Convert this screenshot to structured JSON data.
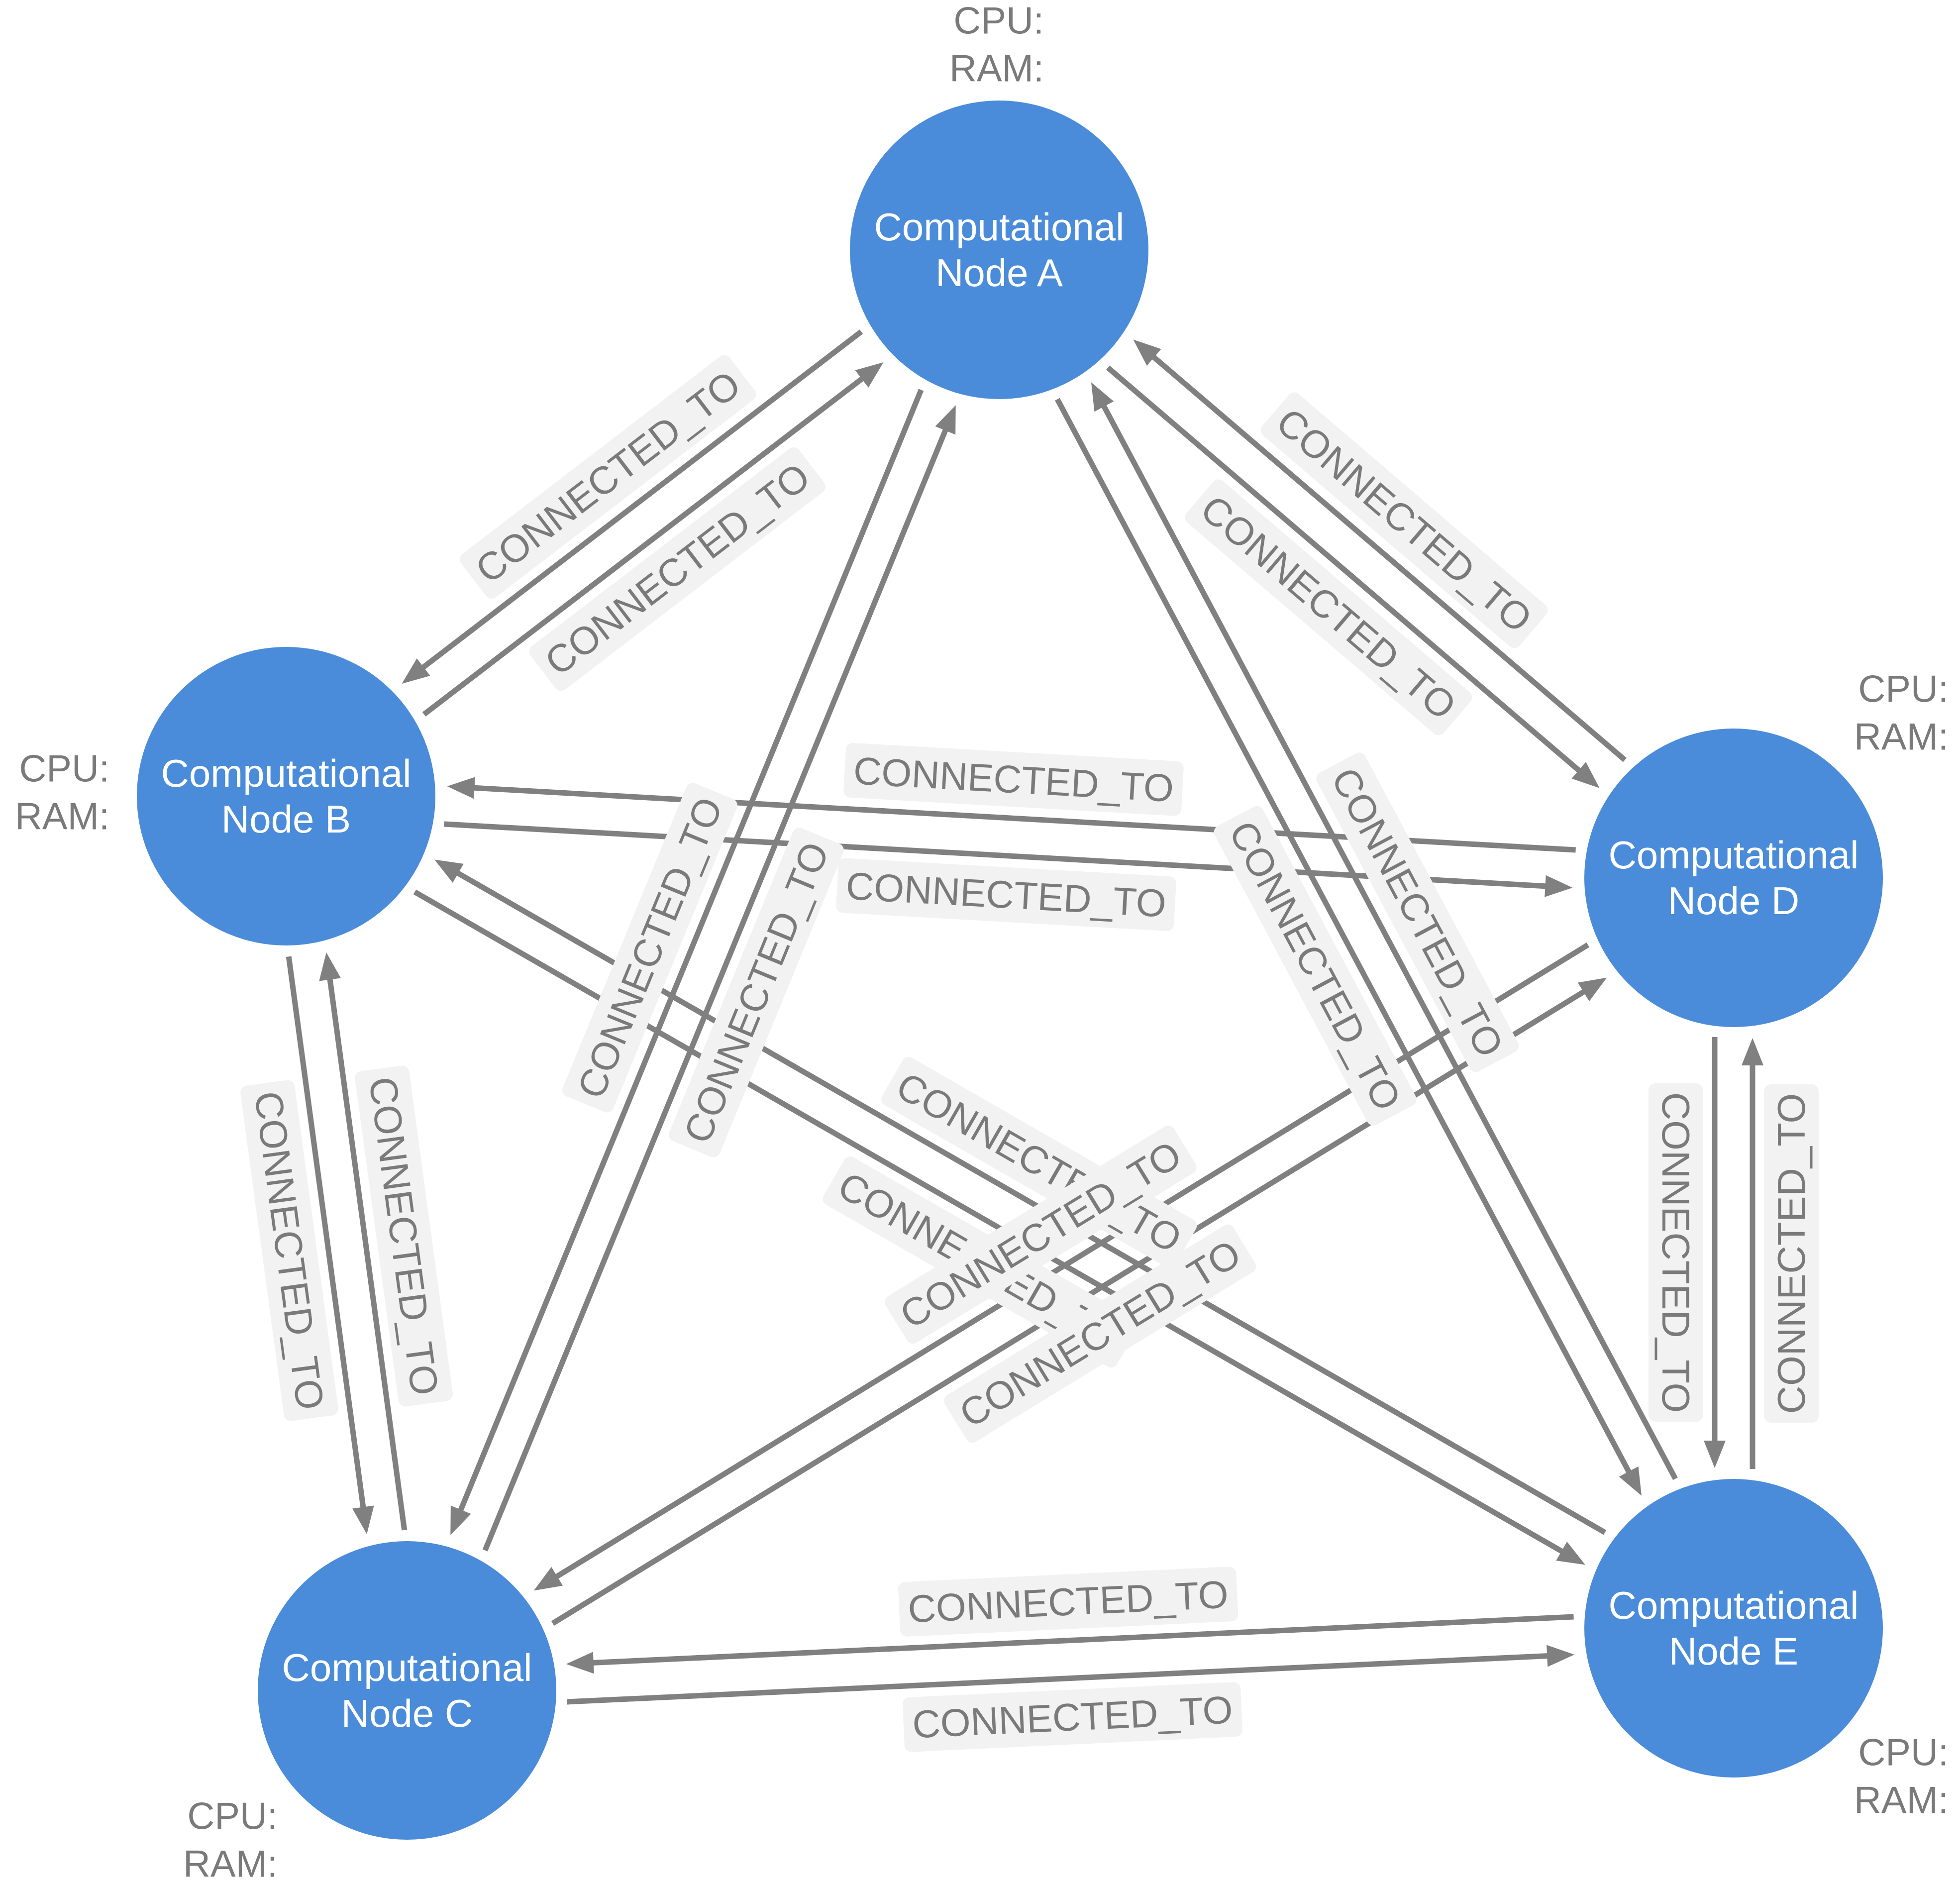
{
  "colors": {
    "node_fill": "#4a8cd9",
    "edge": "#808080",
    "label_bg": "#f2f2f2",
    "label_text": "#7a7a7a",
    "meta_text": "#7a7a7a"
  },
  "nodes": [
    {
      "id": "A",
      "label_line1": "Computational",
      "label_line2": "Node A",
      "cpu_label": "CPU:",
      "ram_label": "RAM:"
    },
    {
      "id": "B",
      "label_line1": "Computational",
      "label_line2": "Node B",
      "cpu_label": "CPU:",
      "ram_label": "RAM:"
    },
    {
      "id": "C",
      "label_line1": "Computational",
      "label_line2": "Node C",
      "cpu_label": "CPU:",
      "ram_label": "RAM:"
    },
    {
      "id": "D",
      "label_line1": "Computational",
      "label_line2": "Node D",
      "cpu_label": "CPU:",
      "ram_label": "RAM:"
    },
    {
      "id": "E",
      "label_line1": "Computational",
      "label_line2": "Node E",
      "cpu_label": "CPU:",
      "ram_label": "RAM:"
    }
  ],
  "edges": [
    {
      "from": "B",
      "to": "A",
      "label": "CONNECTED_TO"
    },
    {
      "from": "A",
      "to": "B",
      "label": "CONNECTED_TO"
    },
    {
      "from": "A",
      "to": "D",
      "label": "CONNECTED_TO"
    },
    {
      "from": "D",
      "to": "A",
      "label": "CONNECTED_TO"
    },
    {
      "from": "C",
      "to": "A",
      "label": "CONNECTED_TO"
    },
    {
      "from": "A",
      "to": "C",
      "label": "CONNECTED_TO"
    },
    {
      "from": "A",
      "to": "E",
      "label": "CONNECTED_TO"
    },
    {
      "from": "E",
      "to": "A",
      "label": "CONNECTED_TO"
    },
    {
      "from": "B",
      "to": "D",
      "label": "CONNECTED_TO"
    },
    {
      "from": "D",
      "to": "B",
      "label": "CONNECTED_TO"
    },
    {
      "from": "B",
      "to": "C",
      "label": "CONNECTED_TO"
    },
    {
      "from": "C",
      "to": "B",
      "label": "CONNECTED_TO"
    },
    {
      "from": "B",
      "to": "E",
      "label": "CONNECTED_TO"
    },
    {
      "from": "E",
      "to": "B",
      "label": "CONNECTED_TO"
    },
    {
      "from": "C",
      "to": "D",
      "label": "CONNECTED_TO"
    },
    {
      "from": "D",
      "to": "C",
      "label": "CONNECTED_TO"
    },
    {
      "from": "C",
      "to": "E",
      "label": "CONNECTED_TO"
    },
    {
      "from": "E",
      "to": "C",
      "label": "CONNECTED_TO"
    },
    {
      "from": "E",
      "to": "D",
      "label": "CONNECTED_TO"
    },
    {
      "from": "D",
      "to": "E",
      "label": "CONNECTED_TO"
    }
  ]
}
